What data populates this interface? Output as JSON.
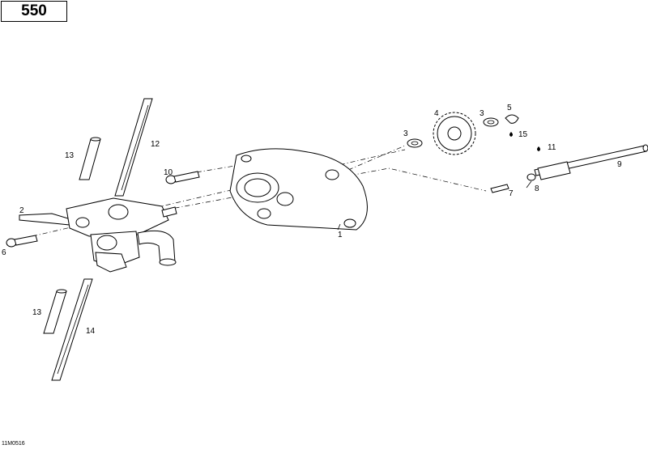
{
  "model_label": "550",
  "figure_ref": "11M0516",
  "callouts": [
    {
      "id": "c1",
      "text": "1"
    },
    {
      "id": "c2",
      "text": "2"
    },
    {
      "id": "c3a",
      "text": "3"
    },
    {
      "id": "c3b",
      "text": "3"
    },
    {
      "id": "c4",
      "text": "4"
    },
    {
      "id": "c5",
      "text": "5"
    },
    {
      "id": "c6",
      "text": "6"
    },
    {
      "id": "c7",
      "text": "7"
    },
    {
      "id": "c8",
      "text": "8"
    },
    {
      "id": "c9",
      "text": "9"
    },
    {
      "id": "c10",
      "text": "10"
    },
    {
      "id": "c11",
      "text": "11"
    },
    {
      "id": "c12",
      "text": "12"
    },
    {
      "id": "c13a",
      "text": "13"
    },
    {
      "id": "c13b",
      "text": "13"
    },
    {
      "id": "c14",
      "text": "14"
    },
    {
      "id": "c15",
      "text": "15"
    }
  ]
}
